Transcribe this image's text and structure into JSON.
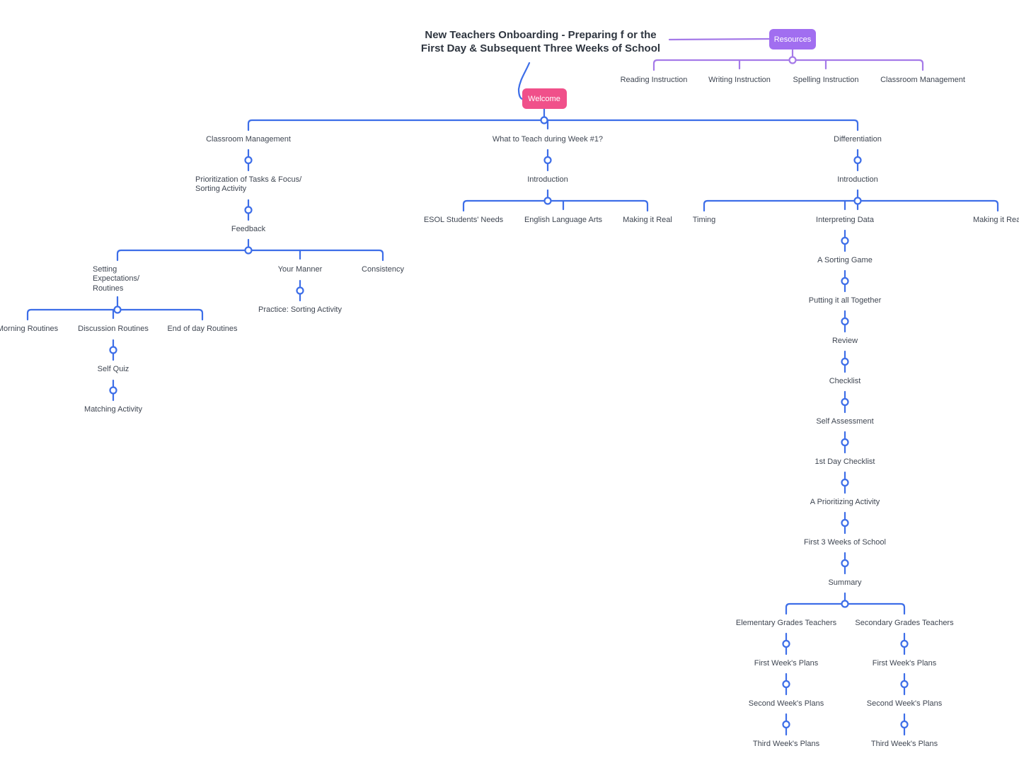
{
  "colors": {
    "blue": "#3d6ee8",
    "purple": "#a57ae8",
    "welcome_fill": "#f0508a",
    "resources_fill": "#a16ef0",
    "text": "#3f4652"
  },
  "title": {
    "line1": "New Teachers Onboarding - Preparing f or the",
    "line2": "First Day & Subsequent Three  Weeks of School"
  },
  "resources": {
    "label": "Resources",
    "items": [
      "Reading Instruction",
      "Writing Instruction",
      "Spelling Instruction",
      "Classroom Management"
    ]
  },
  "welcome": {
    "label": "Welcome"
  },
  "classroom": {
    "label": "Classroom Management",
    "prioritization": {
      "line1": "Prioritization of Tasks & Focus/",
      "line2": "Sorting Activity"
    },
    "feedback": "Feedback",
    "setting": {
      "line1": "Setting",
      "line2": "Expectations/",
      "line3": "Routines"
    },
    "your_manner": "Your Manner",
    "practice": "Practice: Sorting Activity",
    "consistency": "Consistency",
    "morning": "Morning Routines",
    "discussion": "Discussion Routines",
    "end_of_day": "End of day Routines",
    "self_quiz": "Self Quiz",
    "matching": "Matching Activity"
  },
  "week1": {
    "label": "What to Teach during Week #1?",
    "introduction": "Introduction",
    "esol": "ESOL Students' Needs",
    "ela": "English Language Arts",
    "making_real": "Making it Real"
  },
  "differentiation": {
    "label": "Differentiation",
    "introduction": "Introduction",
    "timing": "Timing",
    "interpreting": "Interpreting Data",
    "making_real": "Making it Real",
    "chain": [
      "A Sorting Game",
      "Putting it all Together",
      "Review",
      "Checklist",
      "Self Assessment",
      "1st Day Checklist",
      "A Prioritizing Activity",
      "First 3 Weeks of School",
      "Summary"
    ],
    "elementary": {
      "label": "Elementary Grades Teachers",
      "plans": [
        "First Week's Plans",
        "Second Week's Plans",
        "Third Week's Plans"
      ]
    },
    "secondary": {
      "label": "Secondary Grades Teachers",
      "plans": [
        "First Week's Plans",
        "Second Week's Plans",
        "Third Week's Plans"
      ]
    }
  }
}
